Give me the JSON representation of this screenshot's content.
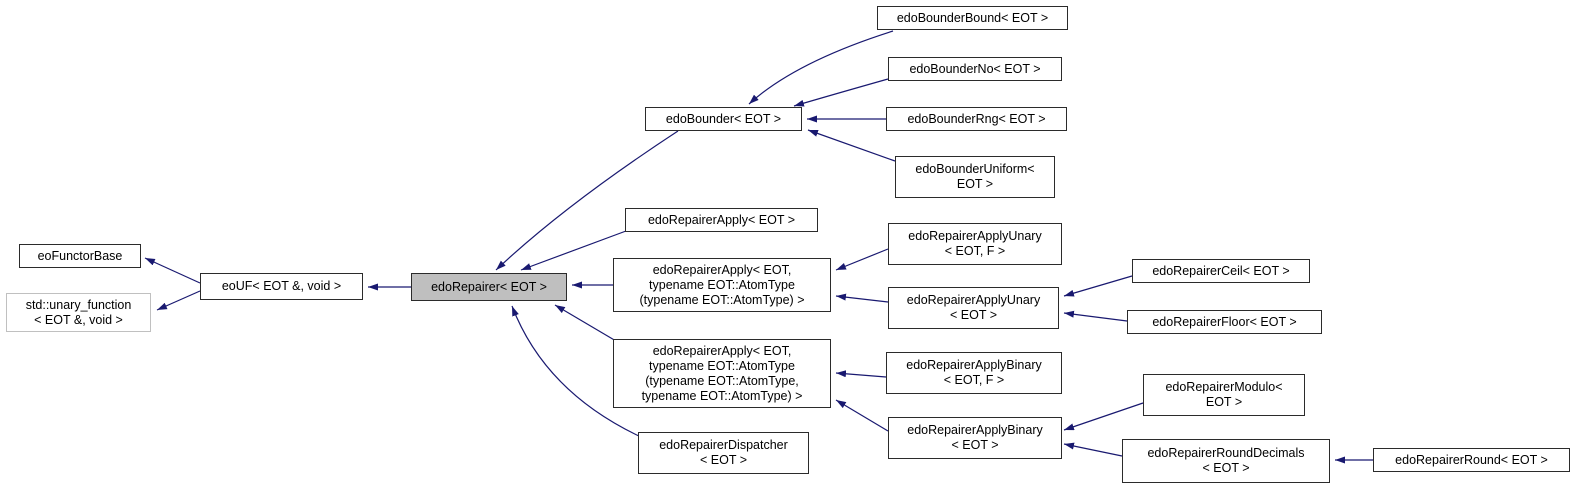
{
  "diagram": {
    "type": "inheritance-graph",
    "colors": {
      "edge": "#191970",
      "node_border": "#2b2b2b",
      "node_background": "#ffffff",
      "highlight_background": "#bfbfbf",
      "external_border": "#c0c0c0",
      "text": "#000000"
    },
    "nodes": {
      "eofunctorbase": {
        "label": "eoFunctorBase"
      },
      "std_unary_function": {
        "label": "std::unary_function\n< EOT &, void >"
      },
      "eouf": {
        "label": "eoUF< EOT &, void >"
      },
      "edorepairer": {
        "label": "edoRepairer< EOT >"
      },
      "edobounder": {
        "label": "edoBounder< EOT >"
      },
      "edobounderbound": {
        "label": "edoBounderBound< EOT >"
      },
      "edobounderno": {
        "label": "edoBounderNo< EOT >"
      },
      "edobounderrng": {
        "label": "edoBounderRng< EOT >"
      },
      "edobounderuniform": {
        "label": "edoBounderUniform<\nEOT >"
      },
      "edorepairerapply": {
        "label": "edoRepairerApply< EOT >"
      },
      "edorepairerapply_unary_sig": {
        "label": "edoRepairerApply< EOT,\ntypename EOT::AtomType\n(typename EOT::AtomType) >"
      },
      "edorepairerapply_binary_sig": {
        "label": "edoRepairerApply< EOT,\ntypename EOT::AtomType\n(typename EOT::AtomType,\ntypename EOT::AtomType) >"
      },
      "edorepairerdispatcher": {
        "label": "edoRepairerDispatcher\n< EOT >"
      },
      "edorepairerapplyunary_f": {
        "label": "edoRepairerApplyUnary\n< EOT, F >"
      },
      "edorepairerapplyunary": {
        "label": "edoRepairerApplyUnary\n< EOT >"
      },
      "edorepairerceil": {
        "label": "edoRepairerCeil< EOT >"
      },
      "edorepairerfloor": {
        "label": "edoRepairerFloor< EOT >"
      },
      "edorepairerapplybinary_f": {
        "label": "edoRepairerApplyBinary\n< EOT, F >"
      },
      "edorepairerapplybinary": {
        "label": "edoRepairerApplyBinary\n< EOT >"
      },
      "edorepairermodulo": {
        "label": "edoRepairerModulo<\nEOT >"
      },
      "edorepairerrounddecimals": {
        "label": "edoRepairerRoundDecimals\n< EOT >"
      },
      "edorepairerround": {
        "label": "edoRepairerRound< EOT >"
      }
    },
    "edges": [
      {
        "from": "eouf",
        "to": "eofunctorbase"
      },
      {
        "from": "eouf",
        "to": "std_unary_function"
      },
      {
        "from": "edorepairer",
        "to": "eouf"
      },
      {
        "from": "edobounder",
        "to": "edorepairer"
      },
      {
        "from": "edobounderbound",
        "to": "edobounder"
      },
      {
        "from": "edobounderno",
        "to": "edobounder"
      },
      {
        "from": "edobounderrng",
        "to": "edobounder"
      },
      {
        "from": "edobounderuniform",
        "to": "edobounder"
      },
      {
        "from": "edorepairerapply",
        "to": "edorepairer"
      },
      {
        "from": "edorepairerapply_unary_sig",
        "to": "edorepairer"
      },
      {
        "from": "edorepairerapply_binary_sig",
        "to": "edorepairer"
      },
      {
        "from": "edorepairerdispatcher",
        "to": "edorepairer"
      },
      {
        "from": "edorepairerapplyunary_f",
        "to": "edorepairerapply_unary_sig"
      },
      {
        "from": "edorepairerapplyunary",
        "to": "edorepairerapply_unary_sig"
      },
      {
        "from": "edorepairerceil",
        "to": "edorepairerapplyunary"
      },
      {
        "from": "edorepairerfloor",
        "to": "edorepairerapplyunary"
      },
      {
        "from": "edorepairerapplybinary_f",
        "to": "edorepairerapply_binary_sig"
      },
      {
        "from": "edorepairerapplybinary",
        "to": "edorepairerapply_binary_sig"
      },
      {
        "from": "edorepairermodulo",
        "to": "edorepairerapplybinary"
      },
      {
        "from": "edorepairerrounddecimals",
        "to": "edorepairerapplybinary"
      },
      {
        "from": "edorepairerround",
        "to": "edorepairerrounddecimals"
      }
    ]
  }
}
